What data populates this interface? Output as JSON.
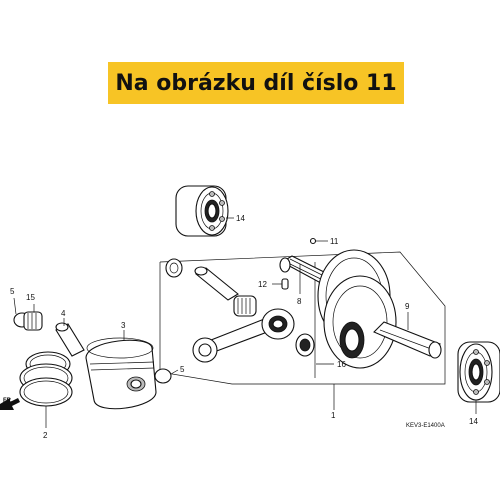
{
  "banner": {
    "text": "Na obrázku díl číslo 11",
    "color": "#f7c425"
  },
  "labels": {
    "p1": "1",
    "p2": "2",
    "p3": "3",
    "p4": "4",
    "p5a": "5",
    "p5b": "5",
    "p8": "8",
    "p9": "9",
    "p11": "11",
    "p12": "12",
    "p14a": "14",
    "p14b": "14",
    "p15": "15",
    "p16": "16"
  },
  "front_marker": "FR.",
  "diagram_code": "KEV3-E1400A",
  "icons": [
    "front-arrow-icon"
  ]
}
